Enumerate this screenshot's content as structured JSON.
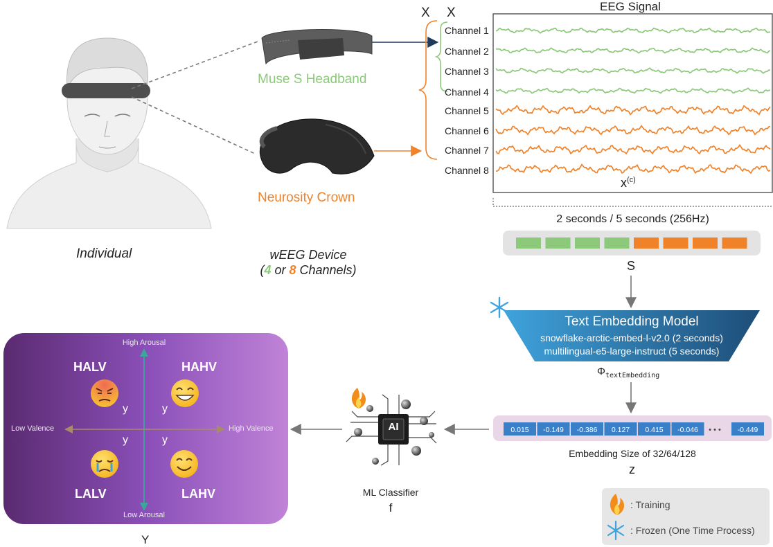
{
  "individual": {
    "label": "Individual"
  },
  "devices": {
    "muse": {
      "label": "Muse S Headband",
      "color": "#8cc97a"
    },
    "neurosity": {
      "label": "Neurosity Crown",
      "color": "#f0822a"
    },
    "caption_line1": "wEEG Device",
    "caption_open": "(",
    "caption_num4": "4",
    "caption_or": " or ",
    "caption_num8": "8",
    "caption_tail": " Channels)"
  },
  "x_labels": {
    "outer": "X",
    "inner": "X"
  },
  "eeg": {
    "title": "EEG Signal",
    "channels": [
      "Channel 1",
      "Channel 2",
      "Channel 3",
      "Channel 4",
      "Channel 5",
      "Channel 6",
      "Channel 7",
      "Channel 8"
    ],
    "signal_symbol": "x",
    "signal_sup": "(c)",
    "duration": "2 seconds / 5 seconds (256Hz)",
    "s_label": "S"
  },
  "embedding_model": {
    "title": "Text Embedding Model",
    "model1": "snowflake-arctic-embed-l-v2.0 (2 seconds)",
    "model2": "multilingual-e5-large-instruct (5 seconds)",
    "phi_symbol": "Φ",
    "phi_sub": "textEmbedding"
  },
  "embedding": {
    "values": [
      "0.015",
      "-0.149",
      "-0.386",
      "0.127",
      "0.415",
      "-0.046"
    ],
    "ellipsis": "• • •",
    "last_value": "-0.449",
    "size_label": "Embedding Size of 32/64/128",
    "z_label": "z"
  },
  "classifier": {
    "chip_label": "AI",
    "label": "ML Classifier",
    "f_label": "f"
  },
  "emotion": {
    "high_arousal": "High Arousal",
    "low_arousal": "Low Arousal",
    "low_valence": "Low Valence",
    "high_valence": "High Valence",
    "halv": "HALV",
    "hahv": "HAHV",
    "lalv": "LALV",
    "lahv": "LAHV",
    "y": "y",
    "Y": "Y"
  },
  "legend": {
    "training": ": Training",
    "frozen": ": Frozen (One Time Process)"
  },
  "colors": {
    "green": "#8cc97a",
    "orange": "#f0822a",
    "teal": "#3aa79a",
    "blue": "#3a80c8",
    "purple": "#8a4fb8"
  }
}
